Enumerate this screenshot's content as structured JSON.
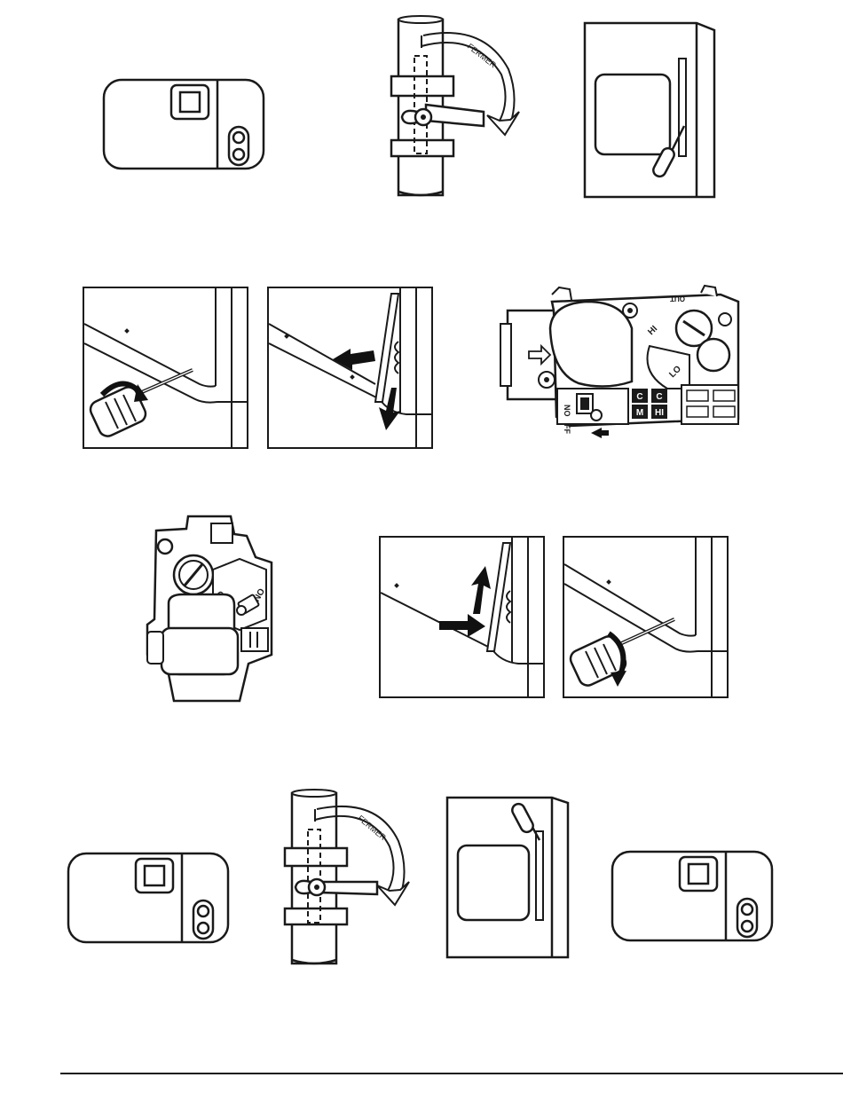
{
  "labels": {
    "valve_close_word": "FERMER",
    "gas_valve_off": "OFF",
    "gas_valve_on": "ON",
    "gas_valve_on_rot": "NO",
    "gas_valve_off_rot": "FF",
    "gas_valve_hi": "HI",
    "gas_valve_lo": "LO",
    "gas_valve_out": "OUT",
    "gas_valve_c": "C",
    "gas_valve_m": "M"
  },
  "colors": {
    "line": "#1a1a1a",
    "fill": "#ffffff",
    "arrow": "#111111"
  },
  "icons": {
    "thermostat": "thermostat-icon",
    "shutoff_valve": "gas-shutoff-valve-icon",
    "power_switch": "electrical-switch-box-icon",
    "screwdriver": "screwdriver-icon",
    "gas_control": "gas-control-valve-icon"
  }
}
